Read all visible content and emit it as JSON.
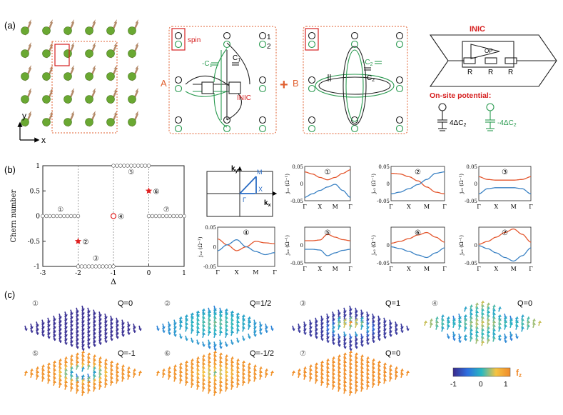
{
  "panel_labels": {
    "a": "(a)",
    "b": "(b)",
    "c": "(c)"
  },
  "lattice": {
    "axis_x": "x",
    "axis_y": "y"
  },
  "circuit": {
    "spin_label": "spin",
    "legend_1": "1",
    "legend_2": "2",
    "label_A": "A",
    "label_B": "B",
    "plus": "+",
    "neg_c1": "-C",
    "neg_c1_sub": "1",
    "c1": "C",
    "c1_sub": "1",
    "inic_inner": "INIC",
    "neg_c2": "-C",
    "neg_c2_sub": "2",
    "c2": "C",
    "c2_sub": "2",
    "inic_title": "INIC",
    "op_label": "OP",
    "r1": "R",
    "r2": "R",
    "r3": "R",
    "onsite_title": "On-site potential:",
    "onsite_pos": "4ΔC",
    "onsite_pos_sub": "2",
    "onsite_neg": "-4ΔC",
    "onsite_neg_sub": "2"
  },
  "bz": {
    "ky": "k",
    "ky_sub": "y",
    "kx": "k",
    "kx_sub": "x",
    "gamma": "Γ",
    "x": "X",
    "m": "M"
  },
  "chart_data": [
    {
      "type": "scatter",
      "title": "",
      "xlabel": "Δ",
      "ylabel": "Chern number",
      "xlim": [
        -3,
        1
      ],
      "ylim": [
        -1,
        1
      ],
      "xticks": [
        "-3",
        "-2",
        "-1",
        "0",
        "1"
      ],
      "yticks": [
        "-1",
        "-0.5",
        "0",
        "0.5",
        "1"
      ],
      "segments": [
        {
          "x_from": -3.0,
          "x_to": -2.0,
          "y": 0
        },
        {
          "x_from": -2.0,
          "x_to": -1.0,
          "y": -1
        },
        {
          "x_from": -1.0,
          "x_to": 0.0,
          "y": 1
        },
        {
          "x_from": 0.0,
          "x_to": 1.0,
          "y": 0
        }
      ],
      "transitions": [
        -2,
        -1,
        0
      ],
      "markers": [
        {
          "x": -2.0,
          "y": -0.5,
          "kind": "star",
          "label": "②"
        },
        {
          "x": -1.0,
          "y": 0,
          "kind": "open-circle",
          "label": "④"
        },
        {
          "x": 0.0,
          "y": 0.5,
          "kind": "star",
          "label": "⑥"
        }
      ],
      "region_labels": [
        {
          "x": -2.5,
          "y": 0,
          "label": "①"
        },
        {
          "x": -1.5,
          "y": -1,
          "label": "③"
        },
        {
          "x": -0.5,
          "y": 1,
          "label": "⑤"
        },
        {
          "x": 0.5,
          "y": 0,
          "label": "⑦"
        }
      ]
    },
    {
      "type": "line",
      "id": 1,
      "label": "①",
      "ylabel": "jₓ₂ (Ω⁻¹)",
      "xticks": [
        "Γ",
        "X",
        "M",
        "Γ"
      ],
      "ylim": [
        -0.05,
        0.05
      ],
      "yticks": [
        "0.05",
        "0",
        "-0.05"
      ],
      "x": [
        0,
        0.5,
        1,
        1.5,
        2,
        2.5,
        3
      ],
      "series": [
        {
          "color": "#e4572e",
          "values": [
            0.034,
            0.028,
            0.018,
            0.011,
            0.018,
            0.03,
            0.04
          ]
        },
        {
          "color": "#3b82c4",
          "values": [
            -0.04,
            -0.03,
            -0.02,
            -0.01,
            -0.002,
            -0.02,
            -0.04
          ]
        }
      ]
    },
    {
      "type": "line",
      "id": 2,
      "label": "②",
      "ylabel": "jₓ₂ (Ω⁻¹)",
      "xticks": [
        "Γ",
        "X",
        "M",
        "Γ"
      ],
      "ylim": [
        -0.05,
        0.05
      ],
      "yticks": [
        "0.05",
        "0",
        "-0.05"
      ],
      "x": [
        0,
        0.5,
        1,
        1.5,
        2,
        2.5,
        3
      ],
      "series": [
        {
          "color": "#e4572e",
          "values": [
            0.03,
            0.028,
            0.02,
            0.008,
            -0.01,
            -0.025,
            -0.03
          ]
        },
        {
          "color": "#3b82c4",
          "values": [
            -0.03,
            -0.025,
            -0.015,
            -0.003,
            0.012,
            0.03,
            0.034
          ]
        }
      ]
    },
    {
      "type": "line",
      "id": 3,
      "label": "③",
      "ylabel": "jₓ₂ (Ω⁻¹)",
      "xticks": [
        "Γ",
        "X",
        "M",
        "Γ"
      ],
      "ylim": [
        -0.05,
        0.05
      ],
      "yticks": [
        "0.05",
        "0",
        "-0.05"
      ],
      "x": [
        0,
        0.5,
        1,
        1.5,
        2,
        2.5,
        3
      ],
      "series": [
        {
          "color": "#e4572e",
          "values": [
            0.02,
            0.012,
            0.01,
            0.01,
            0.01,
            0.012,
            0.02
          ]
        },
        {
          "color": "#3b82c4",
          "values": [
            -0.03,
            -0.015,
            -0.012,
            -0.012,
            -0.012,
            -0.015,
            -0.03
          ]
        }
      ]
    },
    {
      "type": "line",
      "id": 4,
      "label": "④",
      "ylabel": "jₓ₂ (Ω⁻¹)",
      "xticks": [
        "Γ",
        "X",
        "M",
        "Γ"
      ],
      "ylim": [
        -0.05,
        0.05
      ],
      "yticks": [
        "0.05",
        "0",
        "-0.05"
      ],
      "x": [
        0,
        0.5,
        1,
        1.5,
        2,
        2.5,
        3
      ],
      "series": [
        {
          "color": "#e4572e",
          "values": [
            0.02,
            0.005,
            -0.01,
            0.0,
            0.014,
            0.01,
            0.008
          ]
        },
        {
          "color": "#3b82c4",
          "values": [
            -0.01,
            0.005,
            0.018,
            0.0,
            -0.012,
            -0.02,
            -0.015
          ]
        }
      ]
    },
    {
      "type": "line",
      "id": 5,
      "label": "⑤",
      "ylabel": "jₓ₂ (Ω⁻¹)",
      "xticks": [
        "Γ",
        "X",
        "M",
        "Γ"
      ],
      "ylim": [
        -0.05,
        0.05
      ],
      "yticks": [
        "0.05",
        "0",
        "-0.05"
      ],
      "x": [
        0,
        0.5,
        1,
        1.5,
        2,
        2.5,
        3
      ],
      "series": [
        {
          "color": "#e4572e",
          "values": [
            0.012,
            0.012,
            0.014,
            0.03,
            0.022,
            0.015,
            0.012
          ]
        },
        {
          "color": "#3b82c4",
          "values": [
            -0.012,
            -0.012,
            -0.014,
            -0.03,
            -0.022,
            -0.015,
            -0.012
          ]
        }
      ]
    },
    {
      "type": "line",
      "id": 6,
      "label": "⑥",
      "ylabel": "jₓ₂ (Ω⁻¹)",
      "xticks": [
        "Γ",
        "X",
        "M",
        "Γ"
      ],
      "ylim": [
        -0.05,
        0.05
      ],
      "yticks": [
        "0.05",
        "0",
        "-0.05"
      ],
      "x": [
        0,
        0.5,
        1,
        1.5,
        2,
        2.5,
        3
      ],
      "series": [
        {
          "color": "#e4572e",
          "values": [
            0.005,
            0.01,
            0.018,
            0.028,
            0.035,
            0.022,
            0.008
          ]
        },
        {
          "color": "#3b82c4",
          "values": [
            -0.005,
            -0.01,
            -0.018,
            -0.028,
            -0.035,
            -0.022,
            -0.008
          ]
        }
      ]
    },
    {
      "type": "line",
      "id": 7,
      "label": "⑦",
      "ylabel": "jₓ₂ (Ω⁻¹)",
      "xticks": [
        "Γ",
        "X",
        "M",
        "Γ"
      ],
      "ylim": [
        -0.05,
        0.05
      ],
      "yticks": [
        "0.05",
        "0",
        "-0.05"
      ],
      "x": [
        0,
        0.5,
        1,
        1.5,
        2,
        2.5,
        3
      ],
      "series": [
        {
          "color": "#e4572e",
          "values": [
            0.002,
            0.01,
            0.022,
            0.035,
            0.045,
            0.03,
            0.008
          ]
        },
        {
          "color": "#3b82c4",
          "values": [
            -0.002,
            -0.01,
            -0.022,
            -0.035,
            -0.045,
            -0.03,
            -0.008
          ]
        }
      ]
    }
  ],
  "textures": [
    {
      "id": 1,
      "label": "①",
      "q": "Q=0",
      "pattern": "uniform-down"
    },
    {
      "id": 2,
      "label": "②",
      "q": "Q=1/2",
      "pattern": "meron"
    },
    {
      "id": 3,
      "label": "③",
      "q": "Q=1",
      "pattern": "skyrmion-down"
    },
    {
      "id": 4,
      "label": "④",
      "q": "Q=0",
      "pattern": "mixed"
    },
    {
      "id": 5,
      "label": "⑤",
      "q": "Q=-1",
      "pattern": "skyrmion-up"
    },
    {
      "id": 6,
      "label": "⑥",
      "q": "Q=-1/2",
      "pattern": "meron-up"
    },
    {
      "id": 7,
      "label": "⑦",
      "q": "Q=0",
      "pattern": "uniform-up"
    }
  ],
  "colorbar": {
    "label": "f",
    "label_sub": "z",
    "ticks": [
      "-1",
      "0",
      "1"
    ],
    "colors": [
      "#3b2a8c",
      "#2d6fe0",
      "#29b8c0",
      "#f5c342",
      "#f08a2a"
    ]
  }
}
